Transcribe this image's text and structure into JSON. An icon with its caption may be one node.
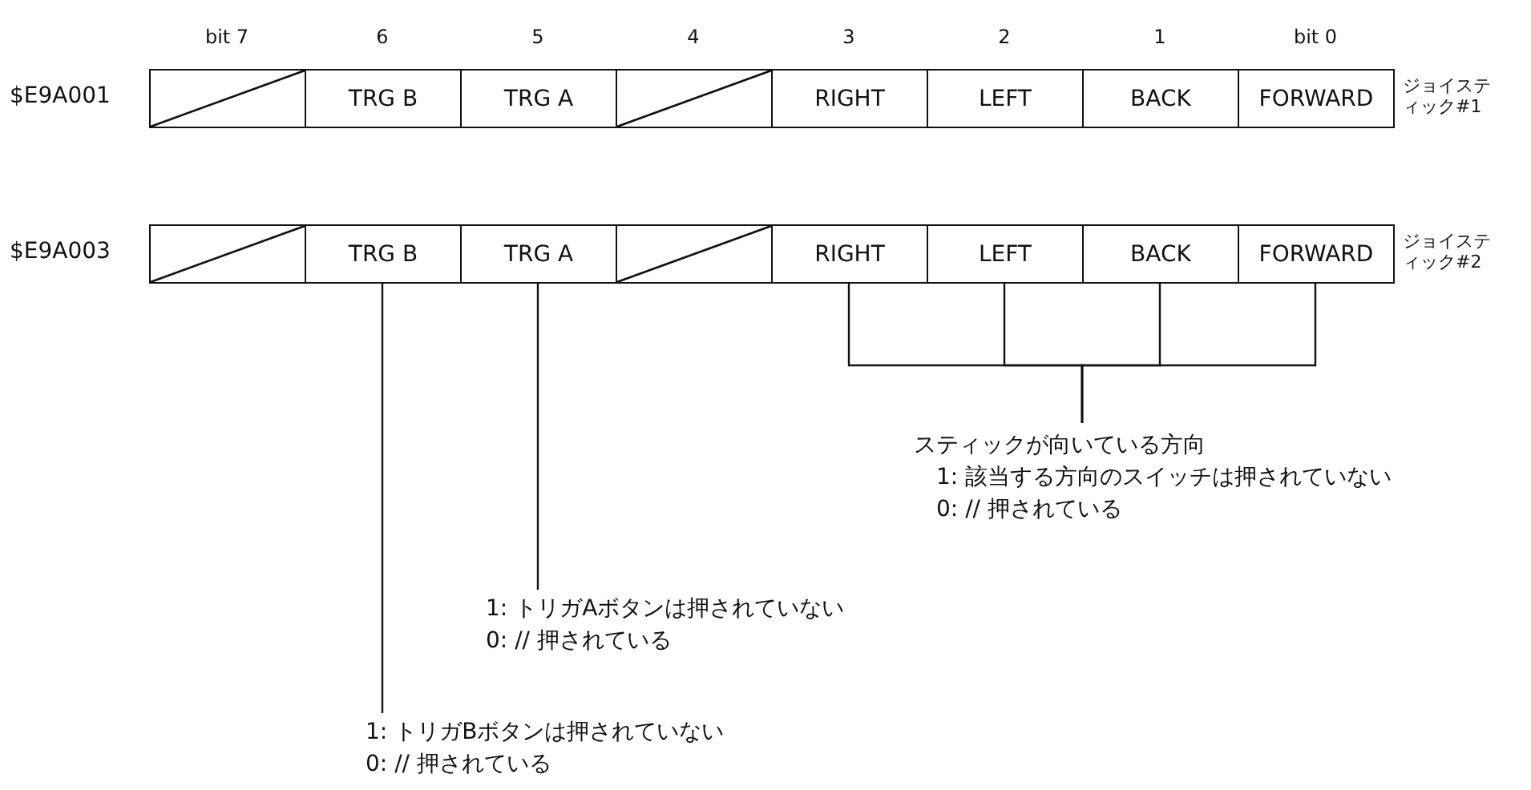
{
  "diagram": {
    "nodes": [
      {
        "text": [],
        "shape": "box"
      },
      {
        "text": [
          "TRG B"
        ]
      },
      {
        "text": [
          "TRG A"
        ]
      },
      {
        "text": [],
        "shape": "box"
      },
      {
        "text": [
          "RIGHT"
        ]
      },
      {
        "text": [
          "LEFT"
        ]
      },
      {
        "text": [
          "BACK"
        ]
      },
      {
        "text": [
          "FORWARD"
        ]
      },
      {
        "text": [],
        "shape": "box"
      },
      {
        "text": [
          "TRG B"
        ]
      },
      {
        "text": [
          "TRG A"
        ]
      },
      {
        "text": [],
        "shape": "box"
      },
      {
        "text": [
          "RIGHT"
        ]
      },
      {
        "text": [
          "LEFT"
        ]
      },
      {
        "text": [
          "BACK"
        ]
      },
      {
        "text": [
          "FORWARD"
        ]
      },
      {
        "text": [
          "スティックが向いている方向",
          "1: 該当する方向のスイッチは押されていない",
          "0: // 押されている"
        ]
      },
      {
        "text": [
          "1: トリガAボタンは押されていない",
          "0: // 押されている"
        ]
      },
      {
        "text": [
          "1: トリガBボタンは押されていない",
          "0: // 押されている"
        ]
      }
    ],
    "edges": [
      {
        "from": 16,
        "to": 12,
        "arrow": "none"
      },
      {
        "from": 16,
        "to": 13,
        "arrow": "none"
      },
      {
        "from": 16,
        "to": 14,
        "arrow": "none"
      },
      {
        "from": 16,
        "to": 15,
        "arrow": "none"
      },
      {
        "from": 17,
        "to": 10,
        "arrow": "none"
      },
      {
        "from": 18,
        "to": 9,
        "arrow": "none"
      }
    ],
    "labels": [
      "bit 7",
      "6",
      "5",
      "4",
      "3",
      "2",
      "1",
      "bit 0",
      "$E9A001",
      "ジョイスティック#1",
      "$E9A003",
      "ジョイスティック#2"
    ]
  }
}
